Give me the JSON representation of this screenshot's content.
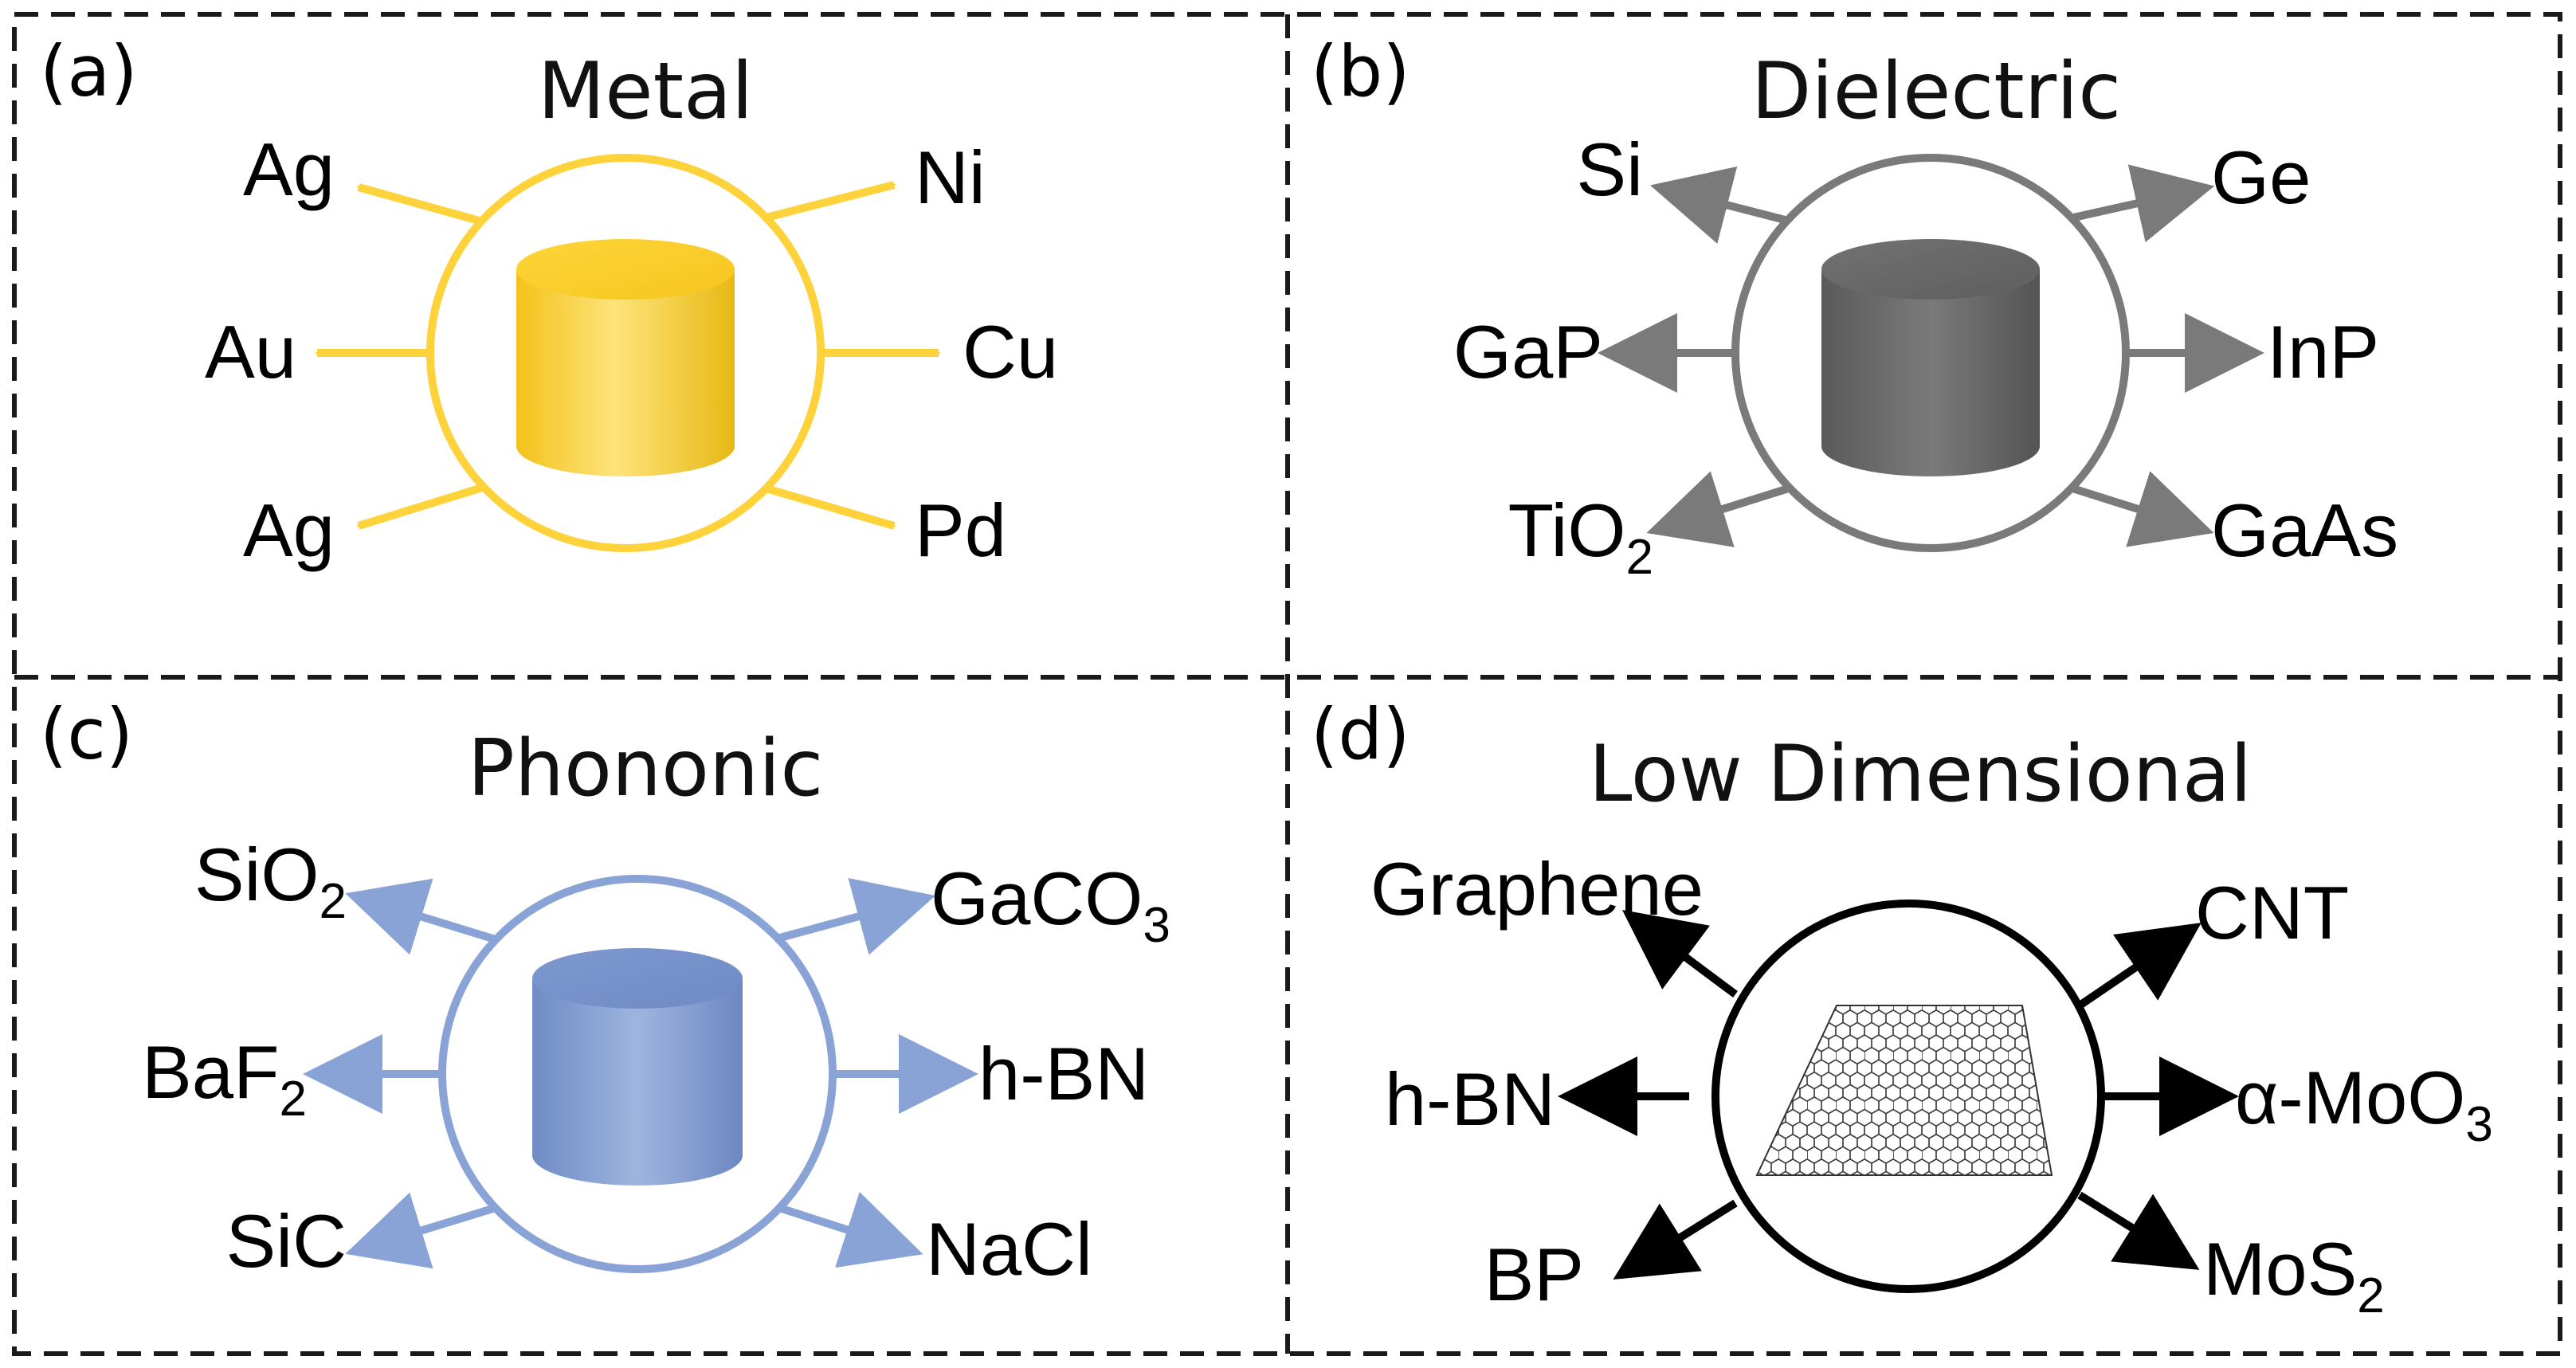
{
  "panels": [
    {
      "label": "(a)",
      "title": "Metal",
      "color": "#fdd23a",
      "materials": {
        "ul": "Ag",
        "ml": "Au",
        "ll": "Ag",
        "ur": "Ni",
        "mr": "Cu",
        "lr": "Pd"
      }
    },
    {
      "label": "(b)",
      "title": "Dielectric",
      "color": "#7a7a7a",
      "materials": {
        "ul": "Si",
        "ml": "GaP",
        "ll_base": "TiO",
        "ll_sub": "2",
        "ur": "Ge",
        "mr": "InP",
        "lr": "GaAs"
      }
    },
    {
      "label": "(c)",
      "title": "Phononic",
      "color": "#8aa3d6",
      "materials": {
        "ul_base": "SiO",
        "ul_sub": "2",
        "ml_base": "BaF",
        "ml_sub": "2",
        "ll": "SiC",
        "ur_base": "GaCO",
        "ur_sub": "3",
        "mr": "h-BN",
        "lr": "NaCl"
      }
    },
    {
      "label": "(d)",
      "title": "Low Dimensional",
      "color": "#000000",
      "materials": {
        "ul": "Graphene",
        "ml": "h-BN",
        "ll": "BP",
        "ur": "CNT",
        "mr_base": "α-MoO",
        "mr_sub": "3",
        "lr_base": "MoS",
        "lr_sub": "2"
      }
    }
  ],
  "icons": [
    "metal-cylinder-icon",
    "dielectric-cylinder-icon",
    "phononic-cylinder-icon",
    "graphene-sheet-icon"
  ]
}
